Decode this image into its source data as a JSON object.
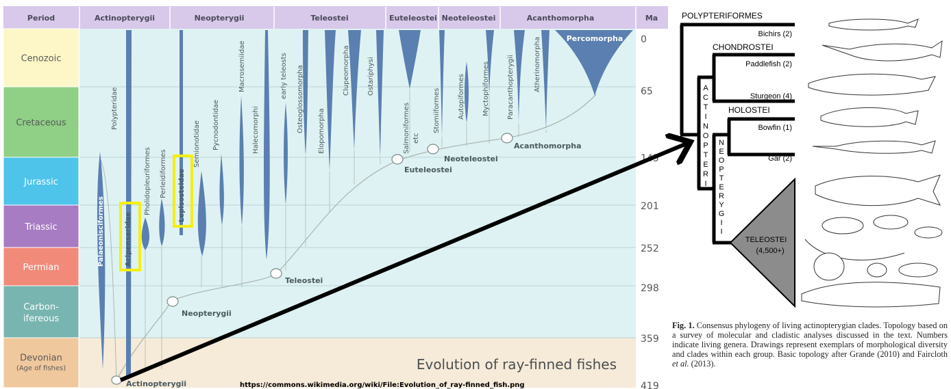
{
  "left_chart": {
    "header": {
      "period_label": "Period",
      "groups": [
        "Actinopterygii",
        "Neopterygii",
        "Teleostei",
        "Euteleostei",
        "Neoteleostei",
        "Acanthomorpha"
      ],
      "ma_label": "Ma"
    },
    "periods": [
      {
        "name": "Cenozoic",
        "color": "#fdf7c7"
      },
      {
        "name": "Cretaceous",
        "color": "#8fcf86"
      },
      {
        "name": "Jurassic",
        "color": "#4fc4ea"
      },
      {
        "name": "Triassic",
        "color": "#a77cc2"
      },
      {
        "name": "Permian",
        "color": "#f28a79"
      },
      {
        "name": "Carbon-\nifereous",
        "color": "#78b5b0"
      },
      {
        "name": "Devonian",
        "sub": "(Age of fishes)",
        "color": "#f0c89d"
      }
    ],
    "ma_values": [
      "0",
      "65",
      "145",
      "201",
      "252",
      "298",
      "359",
      "419"
    ],
    "taxa": [
      "Palaeonisciformes",
      "Polypteridae",
      "Acipenseridae",
      "Pholidopleuriformes",
      "Perleidiformes",
      "Lepisosteidae",
      "Semionotidae",
      "Pycnodontidae",
      "Macrosemiidae",
      "Halecomorphi",
      "early teleosts",
      "Osteoglossomorpha",
      "Elopomorpha",
      "Clupeomorpha",
      "Ostariphysi",
      "Salmoniformes",
      "etc",
      "Stomiiformes",
      "Autopiformes",
      "Myctophiformes",
      "Paracanthopterygii",
      "Atherinomorpha",
      "Percomorpha"
    ],
    "nodes": [
      "Actinopterygii",
      "Neopterygii",
      "Teleostei",
      "Euteleostei",
      "Neoteleostei",
      "Acanthomorpha"
    ],
    "title": "Evolution of ray-finned fishes",
    "highlight_color": "#f4ef12"
  },
  "url_text": "https://commons.wikimedia.org/wiki/File:Evolution_of_ray-finned_fish.png",
  "right_tree": {
    "clade_labels": [
      "POLYPTERIFORMES",
      "CHONDROSTEI",
      "HOLOSTEI"
    ],
    "tips": [
      "Bichirs (2)",
      "Paddlefish (2)",
      "Sturgeon (4)",
      "Bowfin (1)",
      "Gar (2)"
    ],
    "vertical_a": "ACTINOPTERI",
    "vertical_n": "NEOPTERYGII",
    "teleostei": "TELEOSTEI",
    "teleostei_count": "(4,500+)"
  },
  "caption": {
    "fig_label": "Fig. 1.",
    "text1": " Consensus phylogeny of living actinopterygian clades. Topology based on a survey of molecular and cladistic analyses discussed in the text. Numbers indicate living genera. Drawings represent exemplars of morphological diversity and clades within each group. Basic topology after Grande (2010) and Faircloth ",
    "etal": "et al.",
    "text2": " (2013)."
  }
}
